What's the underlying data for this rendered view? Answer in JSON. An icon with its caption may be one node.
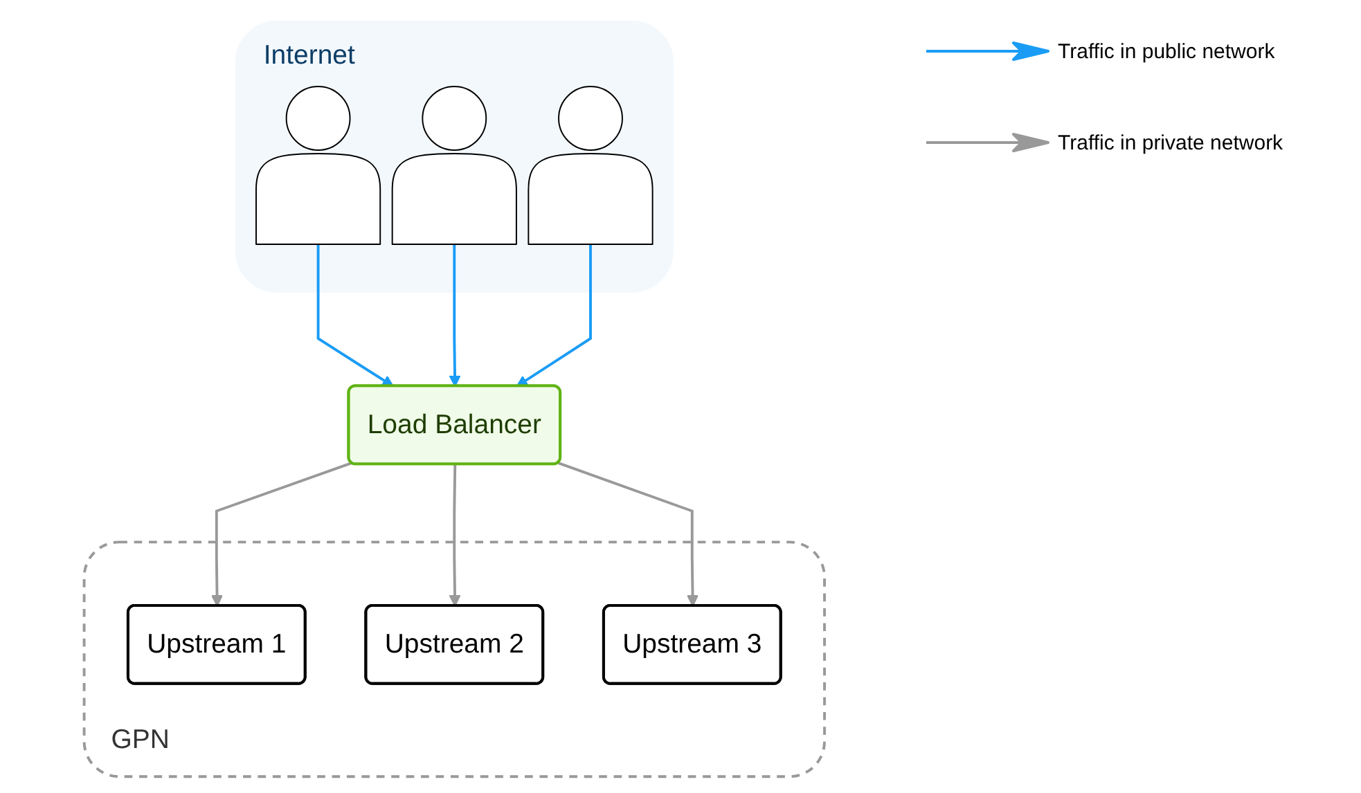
{
  "diagram": {
    "nodes": [
      {
        "text": [
          "Internet"
        ]
      },
      {
        "text": [],
        "shape": "person",
        "in": 0
      },
      {
        "text": [],
        "shape": "person",
        "in": 0
      },
      {
        "text": [],
        "shape": "person",
        "in": 0
      },
      {
        "text": [
          "Load Balancer"
        ]
      },
      {
        "text": [
          "GPN"
        ]
      },
      {
        "text": [
          "Upstream 1"
        ],
        "in": 5
      },
      {
        "text": [
          "Upstream 2"
        ],
        "in": 5
      },
      {
        "text": [
          "Upstream 3"
        ],
        "in": 5
      }
    ],
    "edges": [
      {
        "from": 1,
        "to": 4,
        "arrow": "to",
        "color": "#1a9cf5"
      },
      {
        "from": 2,
        "to": 4,
        "arrow": "to",
        "color": "#1a9cf5"
      },
      {
        "from": 3,
        "to": 4,
        "arrow": "to",
        "color": "#1a9cf5"
      },
      {
        "from": 4,
        "to": 6,
        "arrow": "to",
        "color": "#999999"
      },
      {
        "from": 4,
        "to": 7,
        "arrow": "to",
        "color": "#999999"
      },
      {
        "from": 4,
        "to": 8,
        "arrow": "to",
        "color": "#999999"
      }
    ],
    "legend": [
      {
        "text": "Traffic in public network"
      },
      {
        "text": "Traffic in private network"
      }
    ]
  }
}
